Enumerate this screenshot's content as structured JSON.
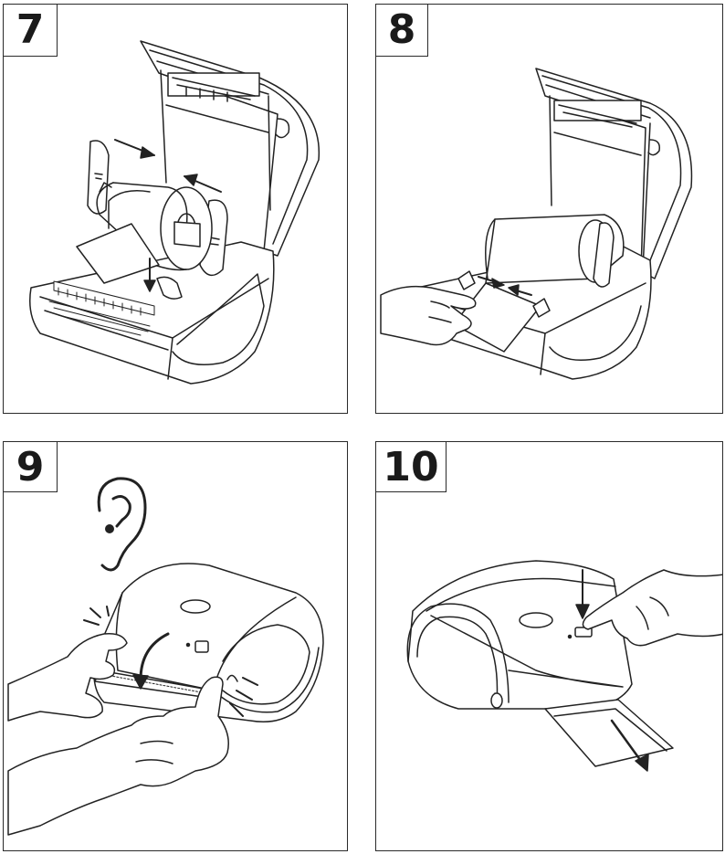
{
  "steps": [
    {
      "number": "7"
    },
    {
      "number": "8"
    },
    {
      "number": "9"
    },
    {
      "number": "10"
    }
  ]
}
